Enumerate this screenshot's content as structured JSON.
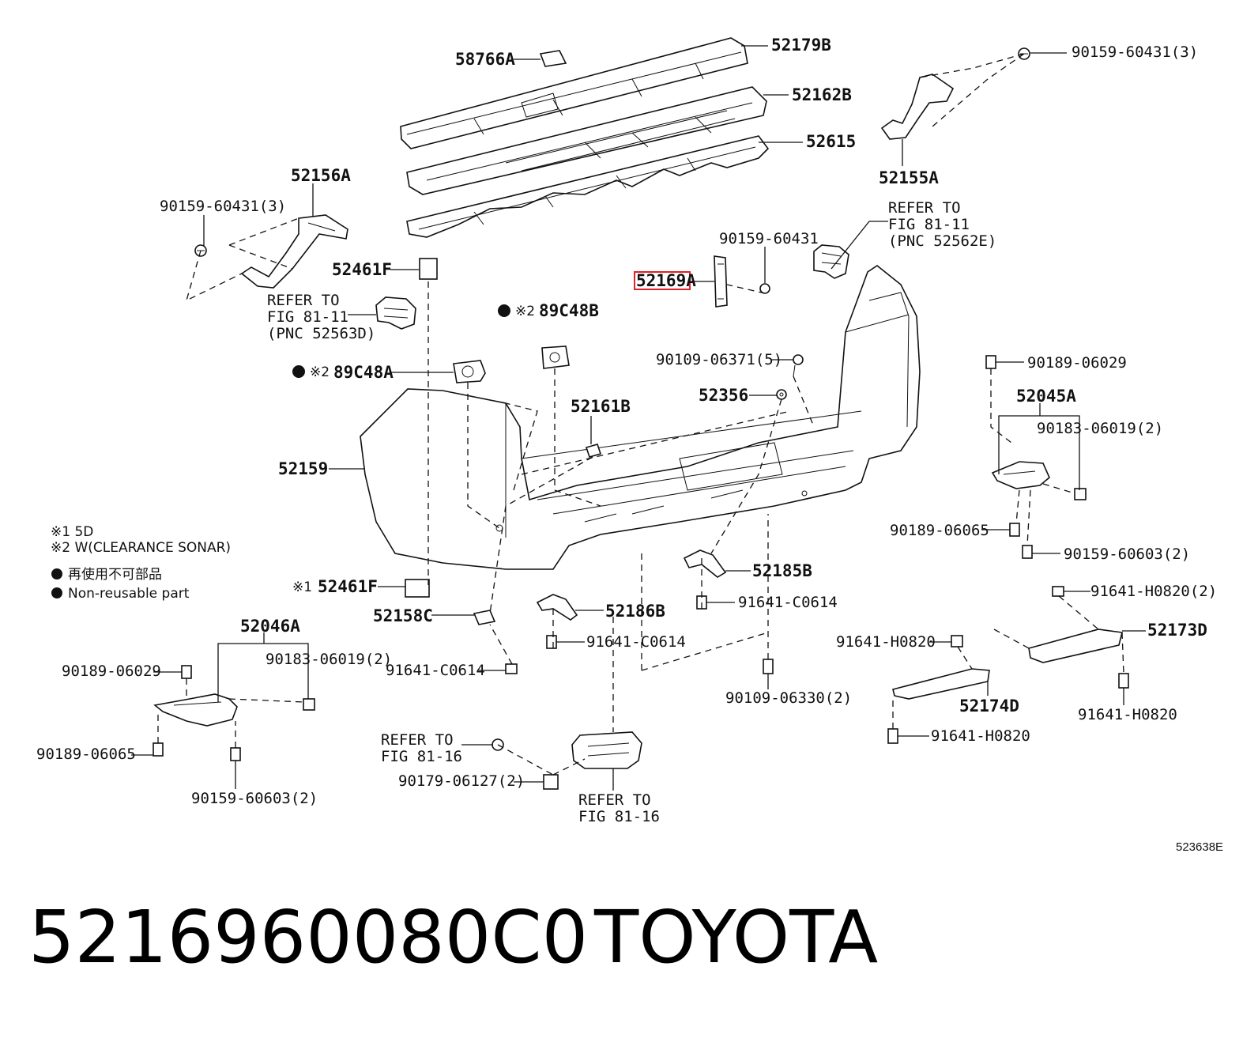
{
  "labels": {
    "p58766A": "58766A",
    "p52179B": "52179B",
    "p52162B": "52162B",
    "p52615": "52615",
    "p52156A": "52156A",
    "p90159_60431_3_left": "90159-60431(3)",
    "p90159_60431_3_right": "90159-60431(3)",
    "p52155A": "52155A",
    "refer_52562E": [
      "REFER TO",
      "FIG 81-11",
      "(PNC 52562E)"
    ],
    "p90159_60431": "90159-60431",
    "p52169A": "52169A",
    "p52461F_top": "52461F",
    "refer_52563D": [
      "REFER TO",
      "FIG 81-11",
      "(PNC 52563D)"
    ],
    "p89C48B": "89C48B",
    "p89C48A": "89C48A",
    "note_mark_2": "※2",
    "note_mark_1": "※1",
    "p90109_06371_5": "90109-06371(5)",
    "p52356": "52356",
    "p52161B": "52161B",
    "p90189_06029_right": "90189-06029",
    "p52045A": "52045A",
    "p90183_06019_2_right": "90183-06019(2)",
    "p52159": "52159",
    "p90189_06065_right": "90189-06065",
    "p90159_60603_2_right": "90159-60603(2)",
    "p52461F_bottom": "52461F",
    "p52185B": "52185B",
    "p52158C": "52158C",
    "p91641_C0614_a": "91641-C0614",
    "p52186B": "52186B",
    "p91641_C0614_b": "91641-C0614",
    "p91641_C0614_c": "91641-C0614",
    "p52046A": "52046A",
    "p90189_06029_left": "90189-06029",
    "p90183_06019_2_left": "90183-06019(2)",
    "p91641_H0820_2": "91641-H0820(2)",
    "p52173D": "52173D",
    "p91641_H0820_a": "91641-H0820",
    "p52174D": "52174D",
    "p91641_H0820_b": "91641-H0820",
    "p91641_H0820_c": "91641-H0820",
    "p90109_06330_2": "90109-06330(2)",
    "p90189_06065_left": "90189-06065",
    "p90159_60603_2_left": "90159-60603(2)",
    "refer_81_16_left": [
      "REFER TO",
      "FIG 81-16"
    ],
    "p90179_06127_2": "90179-06127(2)",
    "refer_81_16_bottom": [
      "REFER TO",
      "FIG 81-16"
    ]
  },
  "legend": {
    "note1": "※1 5D",
    "note2": "※2 W(CLEARANCE SONAR)",
    "bullet_jp": "再使用不可部品",
    "bullet_en": "Non-reusable part"
  },
  "diagram_id": "523638E",
  "highlight_color": "#e0202a",
  "footer": {
    "part_number": "5216960080C0",
    "brand": "TOYOTA"
  }
}
